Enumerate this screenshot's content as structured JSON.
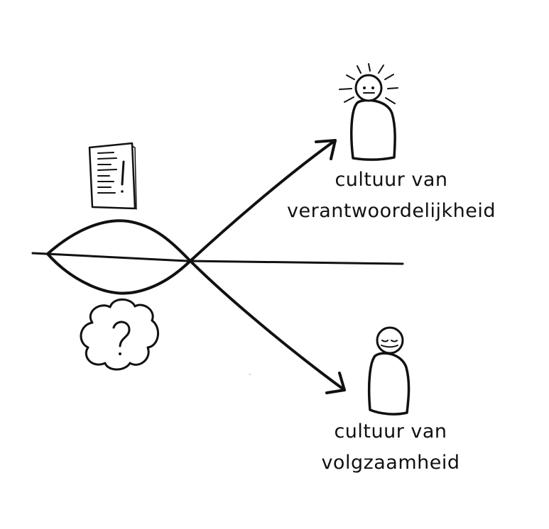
{
  "labels": {
    "top": {
      "line1": "cultuur van",
      "line2": "verantwoordelijkheid"
    },
    "bottom": {
      "line1": "cultuur van",
      "line2": "volgzaamheid"
    }
  },
  "colors": {
    "ink": "#111111",
    "background": "#ffffff"
  }
}
